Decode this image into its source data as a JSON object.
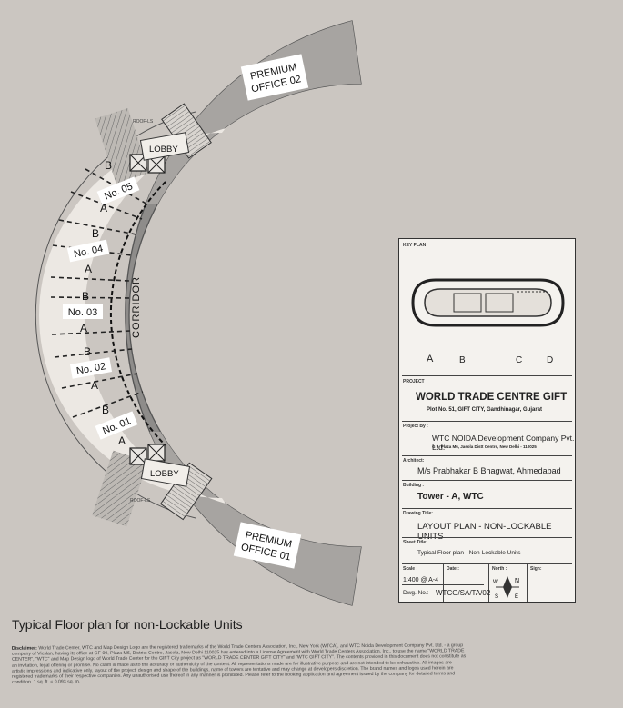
{
  "caption": "Typical Floor plan for non-Lockable Units",
  "disclaimer": {
    "label": "Disclaimer:",
    "text": "World Trade Center, WTC and Map Design Logo are the registered trademarks of the World Trade Centers Association, Inc., New York (WTCA), and WTC Noida Development Company Pvt. Ltd. - a group company of Vicslan, having its office at GF-09, Plaza M6, District Centre, Jasola, New Delhi 110025 has entered into a License Agreement with World Trade Centers Association, Inc., to use the name \"WORLD TRADE CENTER\", \"WTC\" and Map Design logo of World Trade Center for the GIFT City project as \"WORLD TRADE CENTER GIFT CITY\" and \"WTC GIFT CITY\". The contents provided in this document does not constitute as an invitation, legal offering or promise. No claim is made as to the accuracy or authenticity of the content. All representations made are for illustrative purpose and are not intended to be exhaustive. All images are artistic impressions and indicative only, layout of the project, design and shape of the buildings, name of towers are tentative and may change at developers discretion. The brand names and logos used herein are registered trademarks of their respective companies. Any unauthorised use thereof in any manner is prohibited. Please refer to the booking application and agreement issued by the company for detailed terms and condition. 1 sq. ft. = 0.093 sq. m."
  },
  "plan": {
    "premium_office_02": [
      "PREMIUM",
      "OFFICE 02"
    ],
    "premium_office_01": [
      "PREMIUM",
      "OFFICE 01"
    ],
    "lobby": "LOBBY",
    "corridor": "CORRIDOR",
    "shaft_label": "ROOF-LS",
    "unit_a": "A",
    "unit_b": "B",
    "units": [
      "No. 05",
      "No. 04",
      "No. 03",
      "No. 02",
      "No. 01"
    ]
  },
  "key_plan": {
    "heading": "KEY PLAN",
    "towers": [
      "A",
      "B",
      "C",
      "D"
    ],
    "project_label": "PROJECT",
    "project_name": "WORLD TRADE CENTRE GIFT",
    "project_address": "Plot No. 51, GIFT CITY, Gandhinagar, Gujarat",
    "project_by_label": "Project By :",
    "developer": "WTC NOIDA Development Company Pvt. Ltd.",
    "developer_address": "G 9, Plaza M6, Jasola Distt Centre, New Delhi - 110025",
    "architect_label": "Architect:",
    "architect": "M/s Prabhakar B Bhagwat, Ahmedabad",
    "building_label": "Building :",
    "building": "Tower - A, WTC",
    "drawing_title_label": "Drawing Title:",
    "drawing_title": "LAYOUT PLAN - NON-LOCKABLE UNITS",
    "sheet_title_label": "Sheet Title:",
    "sheet_title": "Typical Floor plan - Non-Lockable Units",
    "scale_label": "Scale :",
    "scale": "1:400 @ A-4",
    "date_label": "Date :",
    "north_label": "North :",
    "sign_label": "Sign:",
    "dwg_label": "Dwg. No.:",
    "dwg_no": "WTCG/SA/TA/02"
  },
  "colors": {
    "background": "#cbc6c1",
    "slab": "#8e8c8a",
    "corridor": "#ece8e3",
    "label_box": "#ffffff",
    "key_plan_bg": "#f4f2ee"
  }
}
